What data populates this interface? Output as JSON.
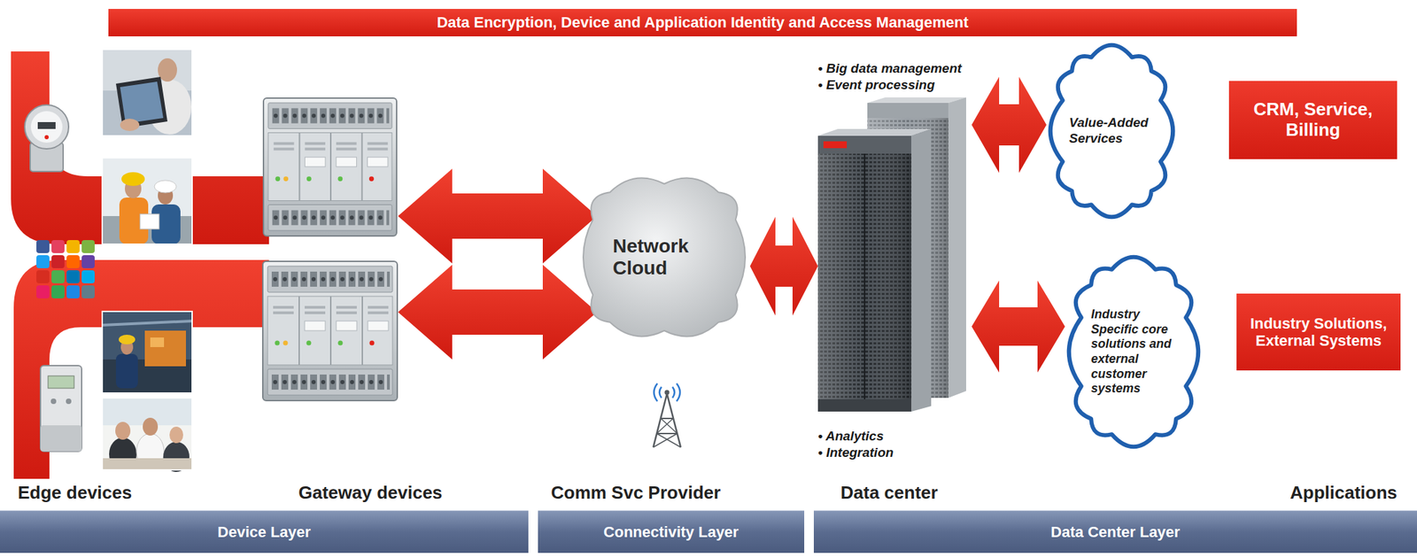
{
  "diagram": {
    "nodes": [
      {
        "text": [
          "Data Encryption, Device and Application Identity and Access Management"
        ]
      },
      {
        "text": [
          "Network Cloud"
        ]
      },
      {
        "text": [
          "• Big data management",
          "• Event processing",
          "• Analytics",
          "• Integration"
        ]
      },
      {
        "text": [
          "Value-Added Services"
        ]
      },
      {
        "text": [
          "CRM, Service, Billing"
        ]
      },
      {
        "text": [
          "Industry Specific core solutions and external customer systems"
        ]
      },
      {
        "text": [
          "Industry Solutions, External Systems"
        ]
      },
      {
        "text": [
          "Device Layer"
        ]
      },
      {
        "text": [
          "Connectivity Layer"
        ]
      },
      {
        "text": [
          "Data Center Layer"
        ]
      }
    ],
    "edges": [
      {
        "from": 1,
        "to": 2,
        "arrow": "both"
      },
      {
        "from": 2,
        "to": 3,
        "arrow": "both"
      },
      {
        "from": 2,
        "to": 5,
        "arrow": "both"
      }
    ],
    "labels": [
      "Edge devices",
      "Gateway devices",
      "Comm Svc Provider",
      "Data center",
      "Applications"
    ]
  }
}
